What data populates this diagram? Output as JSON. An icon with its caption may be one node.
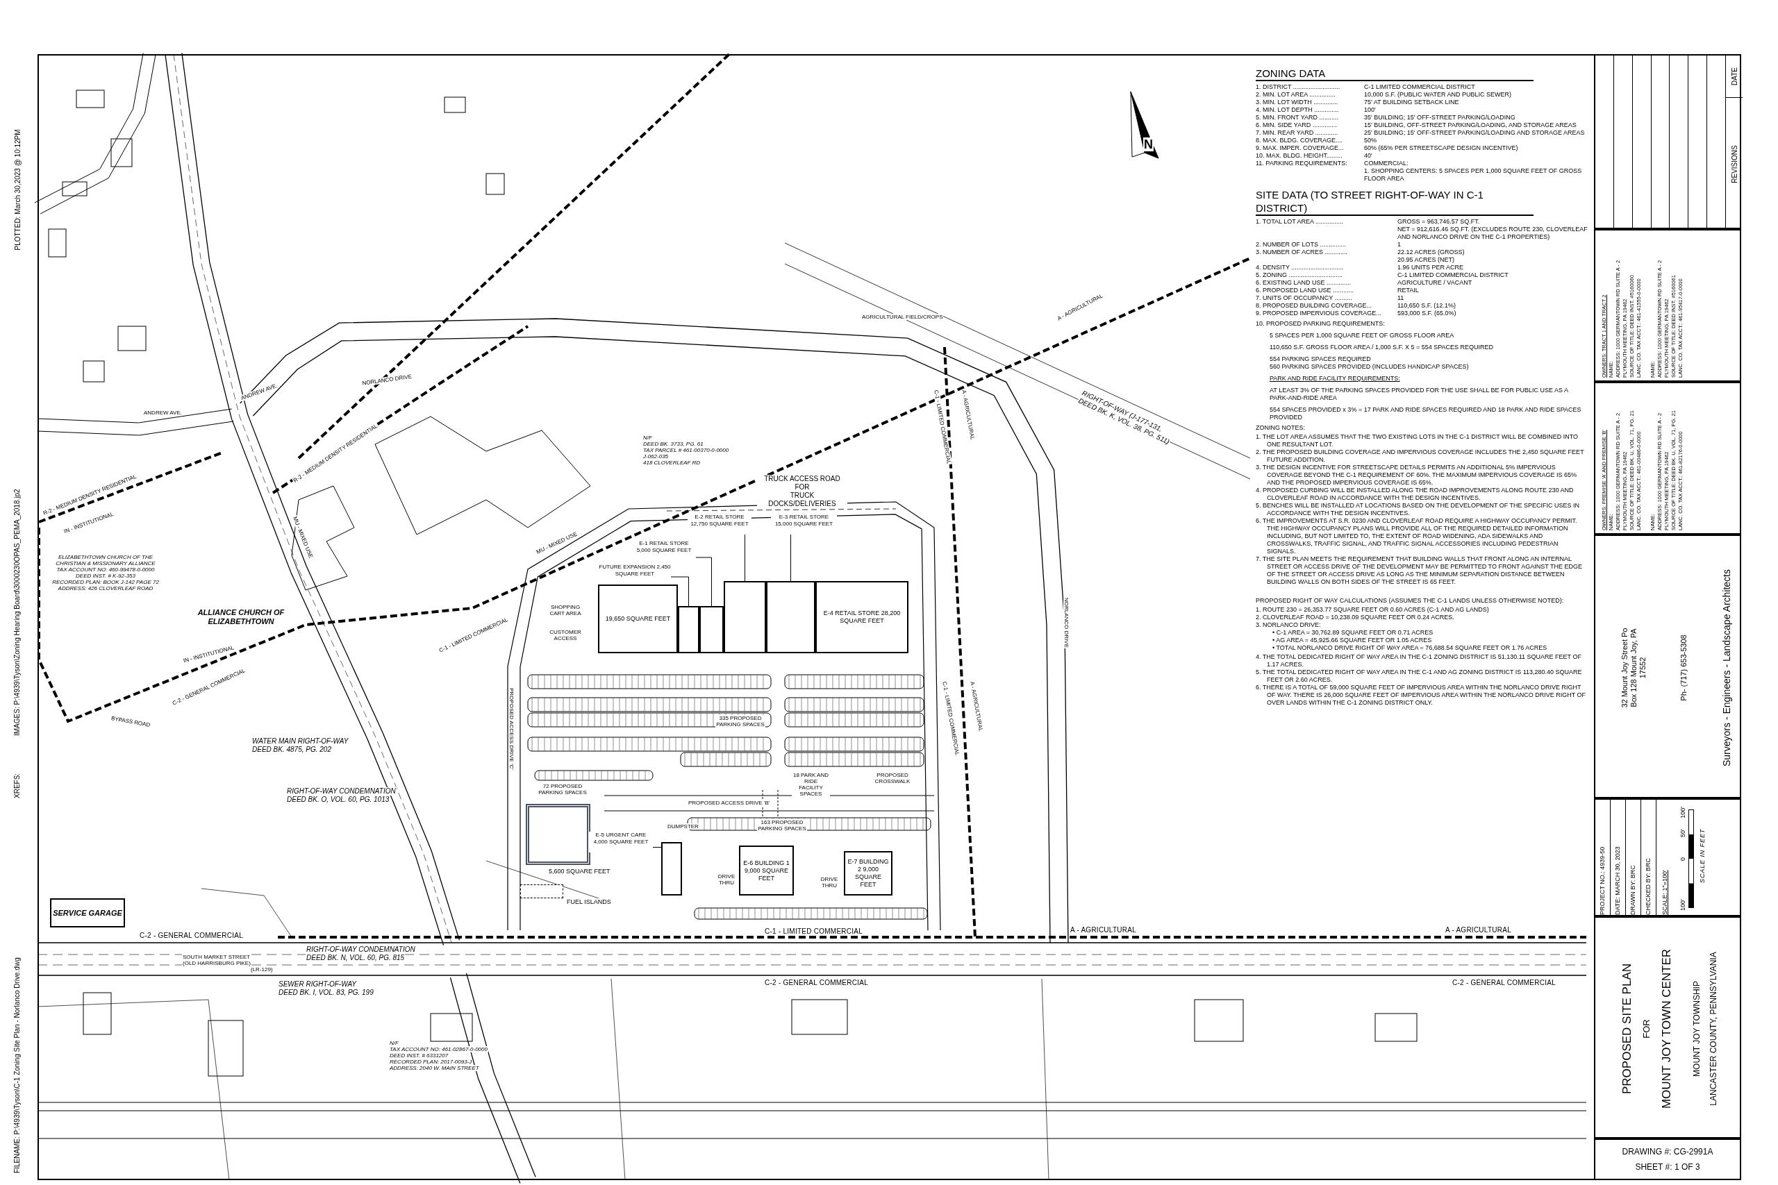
{
  "diagram": {
    "nodes": [
      {
        "text": [
          "19,650 SQUARE FEET"
        ]
      },
      {
        "text": [
          "FUTURE EXPANSION 2,450 SQUARE FEET"
        ]
      },
      {
        "text": [],
        "shape": "box"
      },
      {
        "text": [
          "E-1 RETAIL STORE 5,000 SQUARE FEET"
        ]
      },
      {
        "text": [],
        "shape": "box"
      },
      {
        "text": [
          "E-2 RETAIL STORE 12,750 SQUARE FEET"
        ]
      },
      {
        "text": [],
        "shape": "box"
      },
      {
        "text": [
          "E-3 RETAIL STORE 15,000 SQUARE FEET"
        ]
      },
      {
        "text": [],
        "shape": "box"
      },
      {
        "text": [
          "E-4 RETAIL STORE 28,200 SQUARE FEET"
        ]
      },
      {
        "text": [],
        "shape": "box",
        "beside": [
          "5,600 SQUARE FEET"
        ]
      },
      {
        "text": [],
        "shape": "box",
        "beside": [
          "FUEL ISLANDS"
        ]
      },
      {
        "text": [
          "E-5 URGENT CARE 4,000 SQUARE FEET"
        ]
      },
      {
        "text": [],
        "shape": "box"
      },
      {
        "text": [
          "E-6 BUILDING 1 9,000 SQUARE FEET"
        ]
      },
      {
        "text": [
          "E-7 BUILDING 2 9,000 SQUARE FEET"
        ]
      },
      {
        "text": [
          "SERVICE GARAGE"
        ]
      }
    ],
    "edges": [
      {
        "from": 1,
        "to": 2,
        "arrow": "none"
      },
      {
        "from": 3,
        "to": 4,
        "arrow": "none"
      },
      {
        "from": 5,
        "to": 6,
        "arrow": "none"
      },
      {
        "from": 7,
        "to": 8,
        "arrow": "none"
      },
      {
        "from": 12,
        "to": 13,
        "arrow": "none"
      }
    ],
    "labels": [
      "ZONING DATA",
      "1. DISTRICT ...........................",
      "C-1 LIMITED COMMERCIAL DISTRICT",
      "2. MIN. LOT AREA ...............",
      "10,000 S.F. (PUBLIC WATER AND PUBLIC SEWER)",
      "3. MIN. LOT WIDTH ..............",
      "75' AT BUILDING SETBACK LINE",
      "4. MIN. LOT DEPTH ..............",
      "100'",
      "5. MIN. FRONT YARD ...........",
      "35' BUILDING; 15' OFF-STREET PARKING/LOADING",
      "6. MIN. SIDE YARD ..............",
      "15' BUILDING, OFF-STREET PARKING/LOADING, AND STORAGE AREAS",
      "7. MIN. REAR YARD .............",
      "25' BUILDING; 15' OFF-STREET PARKING/LOADING AND STORAGE AREAS",
      "8. MAX. BLDG. COVERAGE....",
      "50%",
      "9. MAX. IMPER. COVERAGE...",
      "60% (65% PER STREETSCAPE DESIGN INCENTIVE)",
      "10. MAX. BLDG. HEIGHT.........",
      "40'",
      "11. PARKING REQUIREMENTS:",
      "COMMERCIAL:",
      "1. SHOPPING CENTERS: 5 SPACES PER 1,000 SQUARE FEET OF GROSS FLOOR AREA",
      "SITE DATA (TO STREET RIGHT-OF-WAY IN C-1 DISTRICT)",
      "1. TOTAL LOT AREA ................",
      "GROSS = 963,746.57 SQ.FT.",
      "NET = 912,616.46 SQ.FT. (EXCLUDES ROUTE 230, CLOVERLEAF AND NORLANCO DRIVE ON THE C-1 PROPERTIES)",
      "2. NUMBER OF LOTS ...............",
      "1",
      "3. NUMBER OF ACRES .............",
      "22.12 ACRES (GROSS)",
      "20.95 ACRES (NET)",
      "4. DENSITY ..............................",
      "1.96 UNITS PER ACRE",
      "5. ZONING ...............................",
      "C-1 LIMITED COMMERCIAL DISTRICT",
      "6. EXISTING LAND USE ..............",
      "AGRICULTURE / VACANT",
      "6. PROPOSED LAND USE ............",
      "RETAIL",
      "7. UNITS OF OCCUPANCY ..........",
      "11",
      "8. PROPOSED BUILDING COVERAGE...",
      "110,650 S.F. (12.1%)",
      "9. PROPOSED IMPERVIOUS COVERAGE...",
      "593,000 S.F. (65.0%)",
      "10. PROPOSED PARKING REQUIREMENTS:",
      "5 SPACES PER 1,000 SQUARE FEET OF GROSS FLOOR AREA",
      "110,650 S.F. GROSS FLOOR AREA / 1,000 S.F. X 5 = 554 SPACES REQUIRED",
      "554 PARKING SPACES REQUIRED",
      "560 PARKING SPACES PROVIDED (INCLUDES HANDICAP SPACES)",
      "PARK AND RIDE FACILITY REQUIREMENTS:",
      "AT LEAST 3% OF THE PARKING SPACES PROVIDED FOR THE USE SHALL BE FOR PUBLIC USE AS A PARK-AND-RIDE AREA",
      "554 SPACES PROVIDED x 3% = 17 PARK AND RIDE SPACES REQUIRED AND 18 PARK AND RIDE SPACES PROVIDED",
      "ZONING NOTES:",
      "1. THE LOT AREA ASSUMES THAT THE TWO EXISTING LOTS IN THE C-1 DISTRICT WILL BE COMBINED INTO ONE RESULTANT LOT.",
      "2. THE PROPOSED BUILDING COVERAGE AND IMPERVIOUS COVERAGE INCLUDES THE 2,450 SQUARE FEET FUTURE ADDITION.",
      "3. THE DESIGN INCENTIVE FOR STREETSCAPE DETAILS PERMITS AN ADDITIONAL 5% IMPERVIOUS COVERAGE BEYOND THE C-1 REQUIREMENT OF 60%. THE MAXIMUM IMPERVIOUS COVERAGE IS 65% AND THE PROPOSED IMPERVIOUS COVERAGE IS 65%.",
      "4. PROPOSED CURBING WILL BE INSTALLED ALONG THE ROAD IMPROVEMENTS ALONG ROUTE 230 AND CLOVERLEAF ROAD IN ACCORDANCE WITH THE DESIGN INCENTIVES.",
      "5. BENCHES WILL BE INSTALLED AT LOCATIONS BASED ON THE DEVELOPMENT OF THE SPECIFIC USES IN ACCORDANCE WITH THE DESIGN INCENTIVES.",
      "6. THE IMPROVEMENTS AT S.R. 0230 AND CLOVERLEAF ROAD REQUIRE A HIGHWAY OCCUPANCY PERMIT. THE HIGHWAY OCCUPANCY PLANS WILL PROVIDE ALL OF THE REQUIRED DETAILED INFORMATION INCLUDING, BUT NOT LIMITED TO, THE EXTENT OF ROAD WIDENING, ADA SIDEWALKS AND CROSSWALKS, TRAFFIC SIGNAL, AND TRAFFIC SIGNAL ACCESSORIES INCLUDING PEDESTRIAN SIGNALS.",
      "7. THE SITE PLAN MEETS THE REQUIREMENT THAT BUILDING WALLS THAT FRONT ALONG AN INTERNAL STREET OR ACCESS DRIVE OF THE DEVELOPMENT MAY BE PERMITTED TO FRONT AGAINST THE EDGE OF THE STREET OR ACCESS DRIVE AS LONG AS THE MINIMUM SEPARATION DISTANCE BETWEEN BUILDING WALLS ON BOTH SIDES OF THE STREET IS 65 FEET.",
      "PROPOSED RIGHT OF WAY CALCULATIONS (ASSUMES THE C-1 LANDS UNLESS OTHERWISE NOTED):",
      "1. ROUTE 230 = 26,353.77 SQUARE FEET OR 0.60 ACRES (C-1 AND AG LANDS)",
      "2. CLOVERLEAF ROAD = 10,238.09 SQUARE FEET OR 0.24 ACRES.",
      "3. NORLANCO DRIVE:",
      "• C-1 AREA = 30,762.89 SQUARE FEET OR 0.71 ACRES",
      "• AG AREA = 45,925.66 SQUARE FEET OR 1.05 ACRES",
      "• TOTAL NORLANCO DRIVE RIGHT OF WAY AREA = 76,688.54 SQUARE FEET OR 1.76 ACRES",
      "4. THE TOTAL DEDICATED RIGHT OF WAY AREA IN THE C-1 ZONING DISTRICT IS 51,130.11 SQUARE FEET OF 1.17 ACRES.",
      "5. THE TOTAL DEDICATED RIGHT OF WAY AREA IN THE C-1 AND AG ZONING DISTRICT IS 113,280.40 SQUARE FEET OR 2.60 ACRES.",
      "6. THERE IS A TOTAL OF 59,000 SQUARE FEET OF IMPERVIOUS AREA WITHIN THE NORLANCO DRIVE RIGHT OF WAY. THERE IS 26,000 SQUARE FEET OF IMPERVIOUS AREA WITHIN THE NORLANCO DRIVE RIGHT OF OVER LANDS WITHIN THE C-1 ZONING DISTRICT ONLY.",
      "REVISIONS",
      "DATE",
      "OWNERS: TRACT 1 AND TRACT 2",
      "NAME:",
      "ADDRESS: 1000 GERMANTOWN RD SUITE A - 2",
      "PLYMOUTH MEETING, PA 19462",
      "SOURCE OF TITLE: DEED INST. #5160060",
      "LANC. CO. TAX ACCT.: 461-41555-0-0000",
      "NAME:",
      "ADDRESS: 1000 GERMANTOWN RD SUITE A - 2",
      "PLYMOUTH MEETING, PA 19462",
      "SOURCE OF TITLE: DEED INST. #5160061",
      "LANC. CO. TAX ACCT.: 461-95417-0-0000",
      "OWNERS: PREMISE 'A' AND PREMISE 'B'",
      "NAME:",
      "ADDRESS: 1000 GERMANTOWN RD SUITE A - 2",
      "PLYMOUTH MEETING, PA 19462",
      "SOURCE OF TITLE: DEED BK. U, VOL. 71, PG. 21",
      "LANC. CO. TAX ACCT.: 461-00486-0-0000",
      "NAME:",
      "ADDRESS: 1000 GERMANTOWN RD SUITE A - 2",
      "PLYMOUTH MEETING, PA 19462",
      "SOURCE OF TITLE: DEED BK. U, VOL. 71, PG. 21",
      "LANC. CO. TAX ACCT.: 461-82176-0-0000",
      "32 Mount Joy Street Po Box 128 Mount Joy, PA 17552",
      "Ph- (717) 653-5308",
      "Surveyors - Engineers - Landscape Architects",
      "PROJECT NO.: 4939-50",
      "DATE: MARCH 30, 2023",
      "DRAWN BY: BRC",
      "CHECKED BY: BRC",
      "SCALE: 1\"=100'",
      "100'",
      "0",
      "50'",
      "100'",
      "SCALE IN FEET",
      "PROPOSED SITE PLAN",
      "FOR",
      "MOUNT JOY TOWN CENTER",
      "MOUNT JOY TOWNSHIP",
      "LANCASTER COUNTY, PENNSYLVANIA",
      "DRAWING #: CG-2991A",
      "SHEET #: 1 OF 3",
      "PLOTTED: March 30,2023 @ 10:12PM",
      "IMAGES: P:\\4939\\Tyson\\Zoning Hearing Board\\3000230OPAS_PEMA_2018.jp2",
      "XREFS:",
      "FILENAME: P:\\4939\\Tyson\\C-1 Zoning Site Plan - Norlanco Drive.dwg",
      "N",
      "ANDREW AVE.",
      "ANDREW AVE.",
      "NORLANCO DRIVE",
      "R-2 - MEDIUM DENSITY RESIDENTIAL",
      "IN - INSTITUTIONAL",
      "R-2 - MEDIUM DENSITY RESIDENTIAL",
      "ELIZABETHTOWN CHURCH OF THE CHRISTIAN & MISSIONARY ALLIANCE",
      "TAX ACCOUNT NO: 460-99478-0-0000",
      "DEED INST. # K-92-353",
      "RECORDED PLAN: BOOK J-142 PAGE 72",
      "ADDRESS: 426 CLOVERLEAF ROAD",
      "ALLIANCE CHURCH OF ELIZABETHTOWN",
      "IN - INSTITUTIONAL",
      "C-2 - GENERAL COMMERCIAL",
      "MU - MIXED USE",
      "BYPASS ROAD",
      "WATER MAIN RIGHT-OF-WAY",
      "DEED BK. 4875, PG. 202",
      "RIGHT-OF-WAY CONDEMNATION",
      "DEED BK. O, VOL. 60, PG. 1013",
      "(LR-129)",
      "C-2 - GENERAL COMMERCIAL",
      "SOUTH MARKET STREET",
      "(OLD HARRISBURG PIKE)",
      "RIGHT-OF-WAY CONDEMNATION",
      "DEED BK. N, VOL. 60, PG. 815",
      "SEWER RIGHT-OF-WAY",
      "DEED BK. I, VOL. 83, PG. 199",
      "N/F",
      "TAX ACCOUNT NO: 461-02867-0-0000",
      "DEED INST. # 6331207",
      "RECORDED PLAN: 2017-0093-J",
      "ADDRESS: 2040 W. MAIN STREET",
      "MU - MIXED USE",
      "C-1 - LIMITED COMMERCIAL",
      "N/F",
      "DEED BK. 3733, PG. 61",
      "TAX PARCEL # 461-00370-0-0000",
      "J-062-035",
      "418 CLOVERLEAF RD",
      "AGRICULTURAL FIELD/CROPS",
      "A - AGRICULTURAL",
      "RIGHT-OF-WAY (J-177-131,",
      "DEED BK. K, VOL. 38, PG. 511)",
      "TRUCK ACCESS ROAD FOR",
      "TRUCK DOCKS/DELIVERIES",
      "C-1 - LIMITED COMMERCIAL",
      "A - AGRICULTURAL",
      "NORLANCO DRIVE",
      "C-1 - LIMITED COMMERCIAL",
      "A - AGRICULTURAL",
      "SHOPPING CART AREA",
      "CUSTOMER ACCESS",
      "PROPOSED ACCESS DRIVE 'C'",
      "335 PROPOSED PARKING SPACES",
      "72 PROPOSED PARKING SPACES",
      "PROPOSED ACCESS DRIVE 'B'",
      "PROPOSED CROSSWALK",
      "18 PARK AND RIDE FACILITY SPACES",
      "163 PROPOSED PARKING SPACES",
      "DUMPSTER",
      "DRIVE THRU",
      "DRIVE THRU",
      "C-1 - LIMITED COMMERCIAL",
      "A - AGRICULTURAL",
      "A - AGRICULTURAL",
      "C-2 - GENERAL COMMERCIAL",
      "C-2 - GENERAL COMMERCIAL"
    ]
  }
}
